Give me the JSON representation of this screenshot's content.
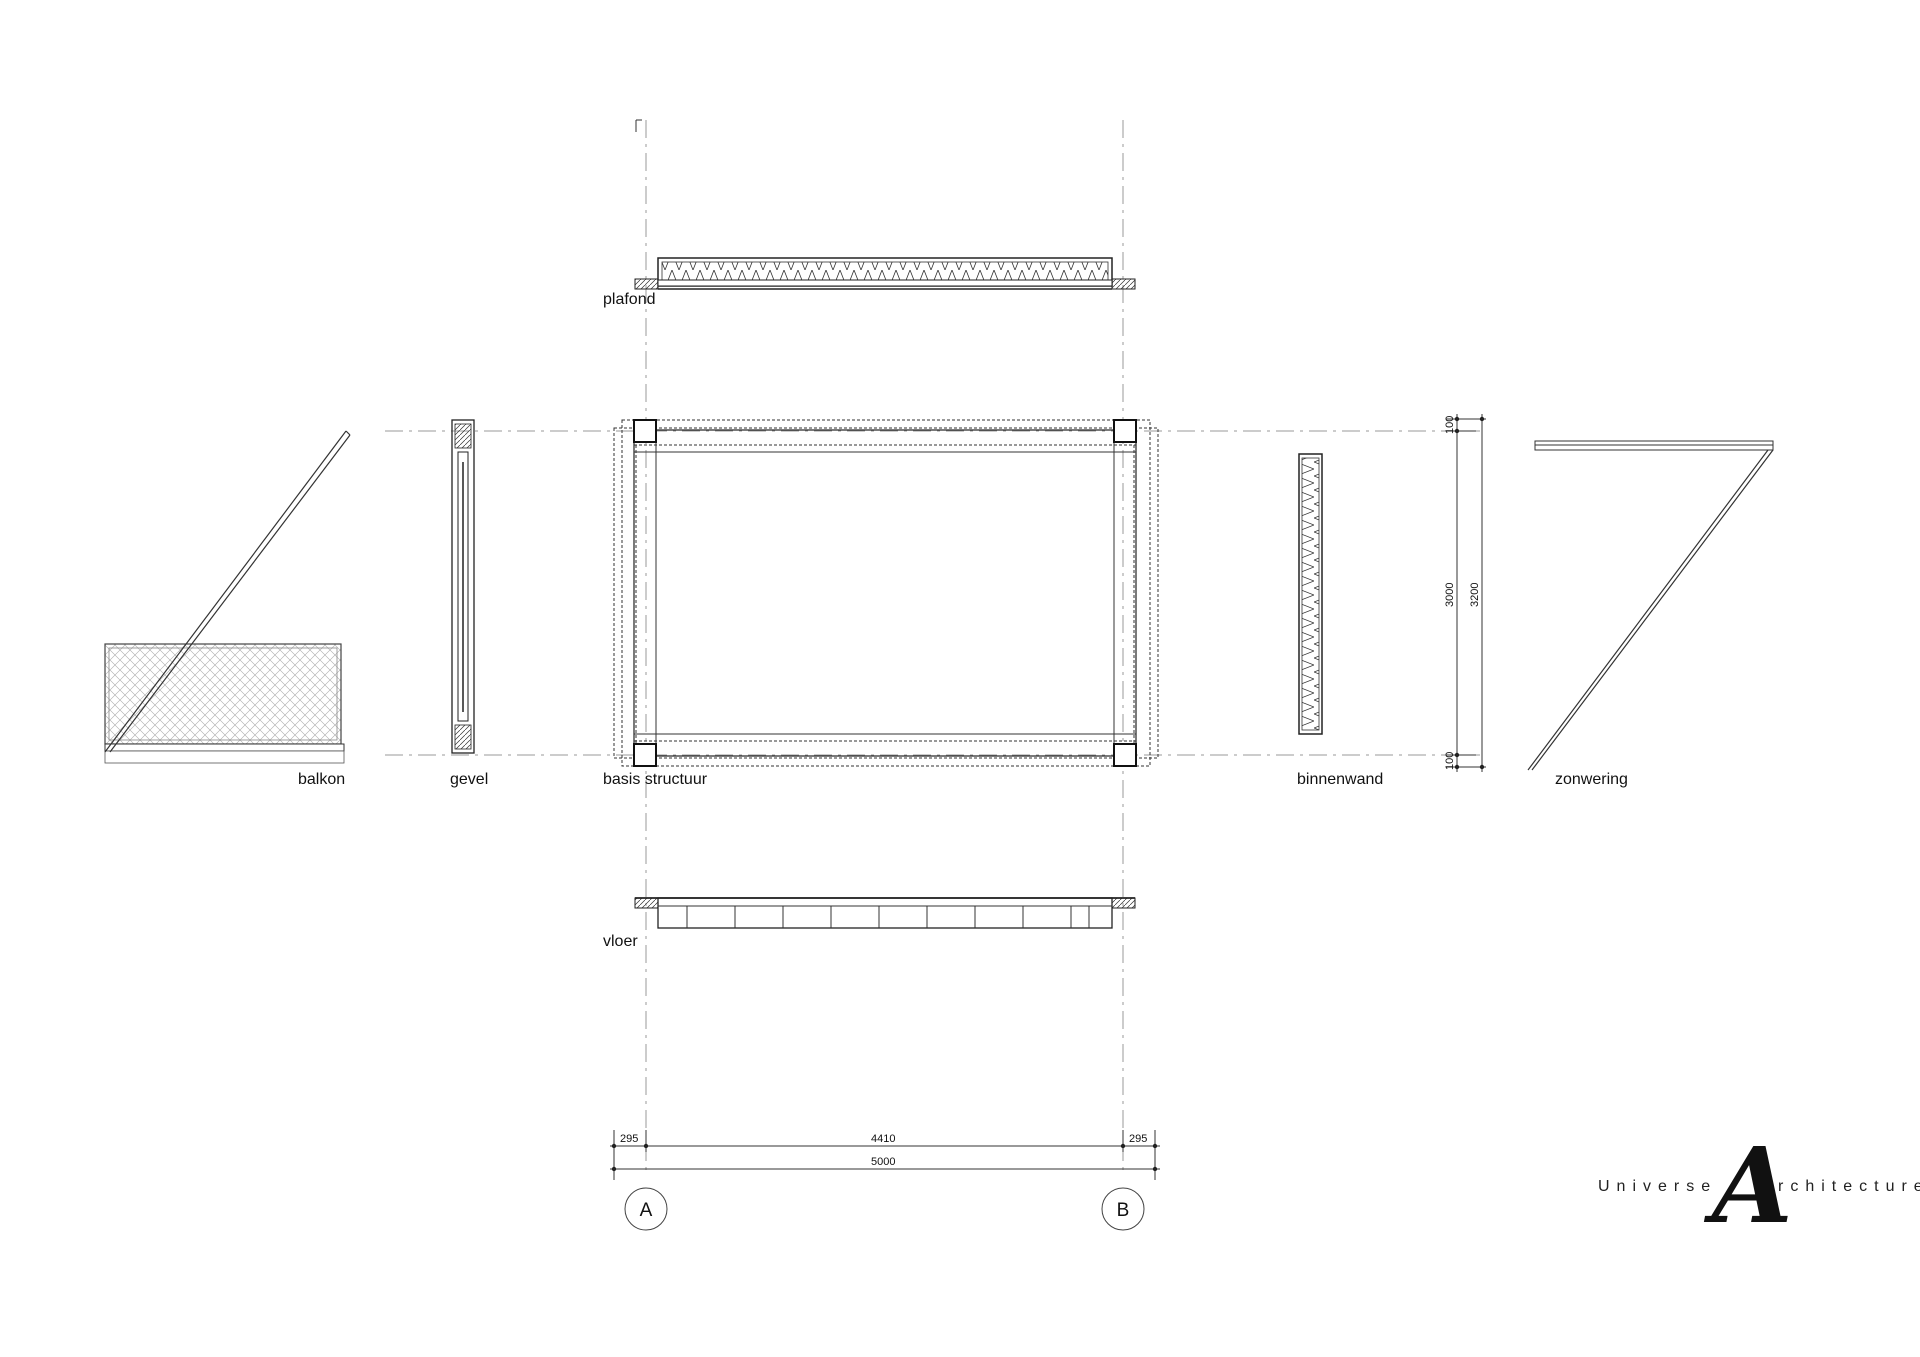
{
  "labels": {
    "plafond": "plafond",
    "balkon": "balkon",
    "gevel": "gevel",
    "basis_structuur": "basis structuur",
    "binnenwand": "binnenwand",
    "zonwering": "zonwering",
    "vloer": "vloer"
  },
  "dimensions": {
    "horizontal": {
      "left_offset": "295",
      "span": "4410",
      "right_offset": "295",
      "total": "5000"
    },
    "vertical": {
      "top_offset": "100",
      "inner": "3000",
      "total": "3200",
      "bottom_offset": "100"
    }
  },
  "grid_axes": [
    "A",
    "B"
  ],
  "logo": {
    "left_text": "Universe",
    "initial": "A",
    "right_text": "rchitecture"
  },
  "colors": {
    "line": "#222222",
    "dashed_axis": "#999999",
    "background": "#ffffff"
  }
}
